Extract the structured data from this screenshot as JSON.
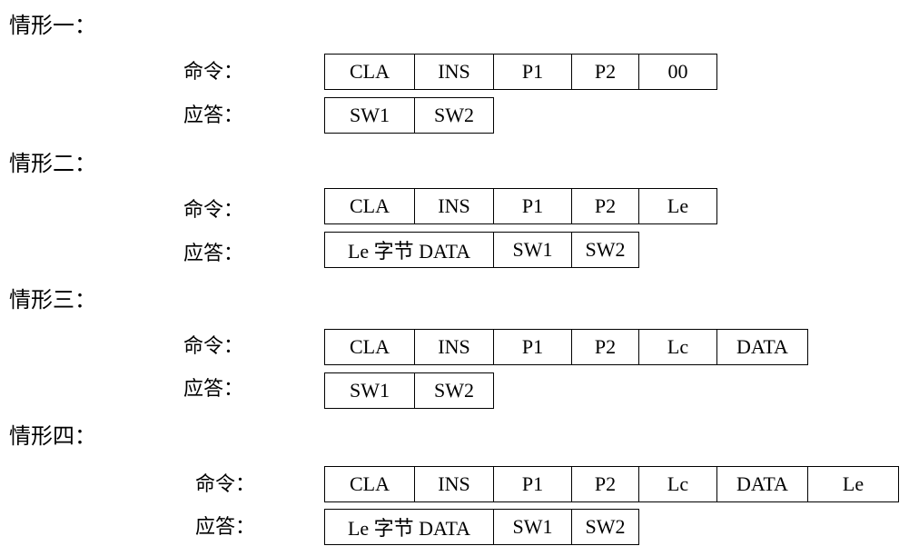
{
  "cases": [
    {
      "title": "情形一：",
      "command_label": "命令：",
      "response_label": "应答：",
      "command": [
        "CLA",
        "INS",
        "P1",
        "P2",
        "00"
      ],
      "response": [
        "SW1",
        "SW2"
      ]
    },
    {
      "title": "情形二：",
      "command_label": "命令：",
      "response_label": "应答：",
      "command": [
        "CLA",
        "INS",
        "P1",
        "P2",
        "Le"
      ],
      "response": [
        "Le 字节 DATA",
        "SW1",
        "SW2"
      ]
    },
    {
      "title": "情形三：",
      "command_label": "命令：",
      "response_label": "应答：",
      "command": [
        "CLA",
        "INS",
        "P1",
        "P2",
        "Lc",
        "DATA"
      ],
      "response": [
        "SW1",
        "SW2"
      ]
    },
    {
      "title": "情形四：",
      "command_label": "命令：",
      "response_label": "应答：",
      "command": [
        "CLA",
        "INS",
        "P1",
        "P2",
        "Lc",
        "DATA",
        "Le"
      ],
      "response": [
        "Le 字节 DATA",
        "SW1",
        "SW2"
      ]
    }
  ]
}
